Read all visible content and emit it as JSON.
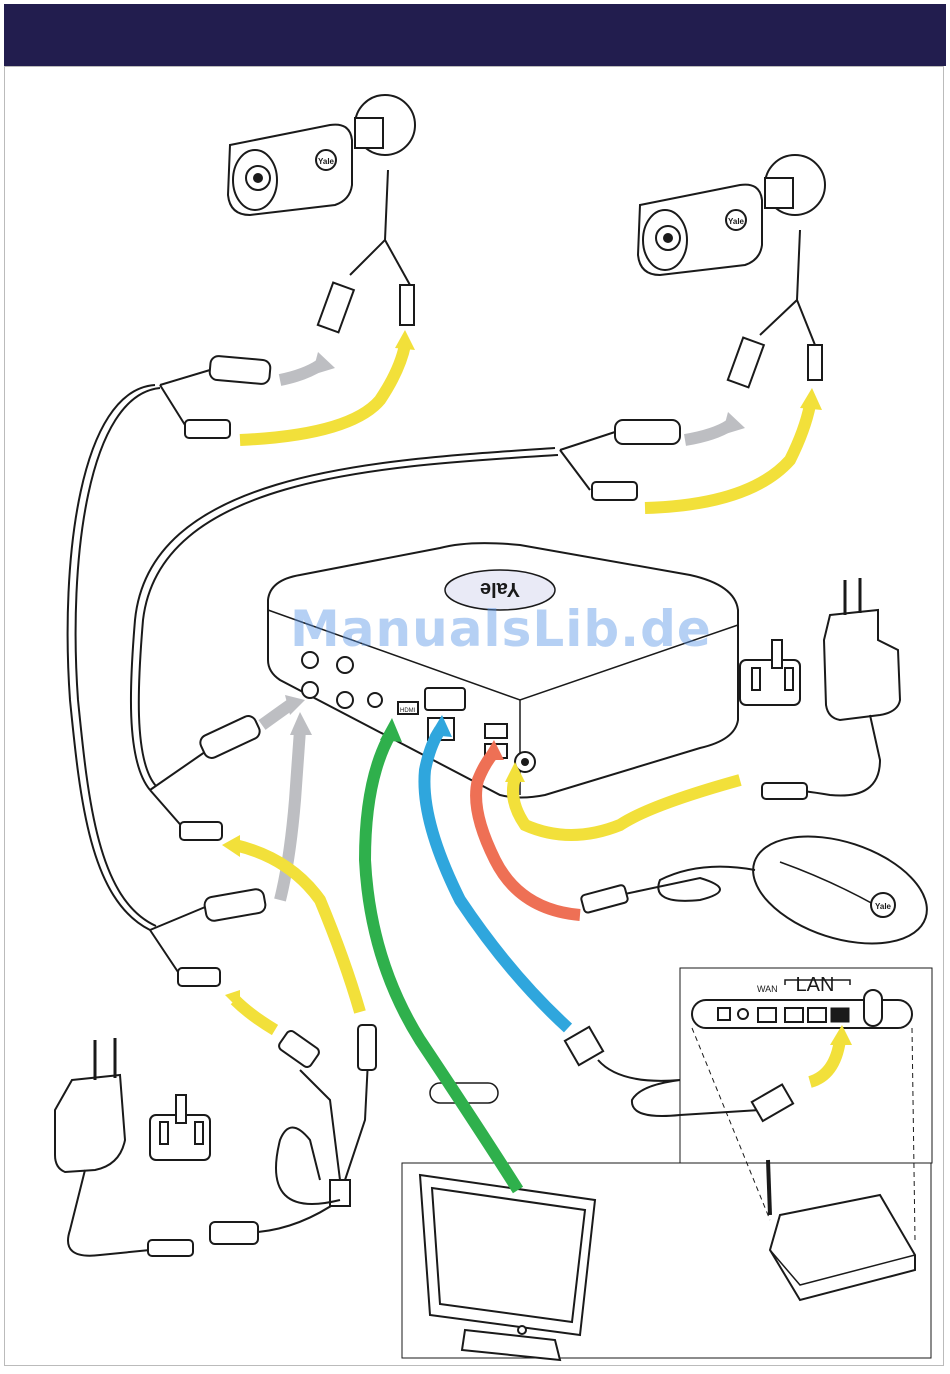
{
  "header": {
    "color": "#221d4e"
  },
  "brand": {
    "logo_text": "Yale"
  },
  "watermark": {
    "text": "ManualsLib.de"
  },
  "router": {
    "wan_label": "WAN",
    "lan_label": "LAN"
  },
  "nvr": {
    "hdmi_label": "HDMI"
  },
  "arrow_colors": {
    "power": "#f2e03a",
    "video": "#bdbec2",
    "hdmi": "#2fb04c",
    "network": "#2fa6dd",
    "usb": "#ee7055"
  },
  "icons": [
    "camera-icon",
    "nvr-icon",
    "power-adapter-icon",
    "plug-adapter-icon",
    "mouse-icon",
    "router-icon",
    "monitor-icon"
  ]
}
